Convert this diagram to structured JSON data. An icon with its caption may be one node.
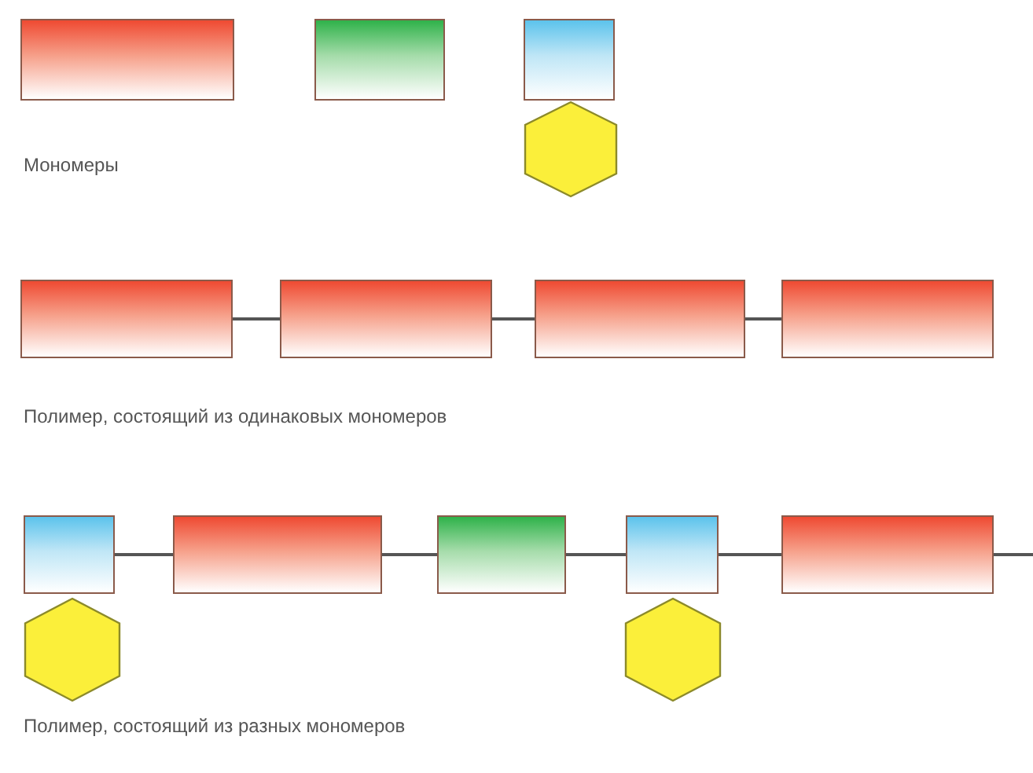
{
  "diagram": {
    "nodes": [
      {
        "text": [],
        "shape": "box"
      },
      {
        "text": [],
        "shape": "box"
      },
      {
        "text": [],
        "shape": "box"
      },
      {
        "text": [],
        "shape": "hexagon"
      },
      {
        "text": [],
        "shape": "box"
      },
      {
        "text": [],
        "shape": "box"
      },
      {
        "text": [],
        "shape": "box"
      },
      {
        "text": [],
        "shape": "box"
      },
      {
        "text": [],
        "shape": "box"
      },
      {
        "text": [],
        "shape": "box"
      },
      {
        "text": [],
        "shape": "box"
      },
      {
        "text": [],
        "shape": "box"
      },
      {
        "text": [],
        "shape": "box"
      },
      {
        "text": [],
        "shape": "hexagon"
      },
      {
        "text": [],
        "shape": "hexagon"
      }
    ],
    "edges": [
      {
        "from": 4,
        "to": 5,
        "arrow": "none"
      },
      {
        "from": 5,
        "to": 6,
        "arrow": "none"
      },
      {
        "from": 6,
        "to": 7,
        "arrow": "none"
      },
      {
        "from": 8,
        "to": 9,
        "arrow": "none"
      },
      {
        "from": 9,
        "to": 10,
        "arrow": "none"
      },
      {
        "from": 10,
        "to": 11,
        "arrow": "none"
      },
      {
        "from": 11,
        "to": 12,
        "arrow": "none"
      },
      {
        "from": 12,
        "to": null,
        "arrow": "none"
      }
    ],
    "labels": [
      "Мономеры",
      "Полимер, состоящий из одинаковых мономеров",
      "Полимер, состоящий из разных мономеров"
    ]
  }
}
